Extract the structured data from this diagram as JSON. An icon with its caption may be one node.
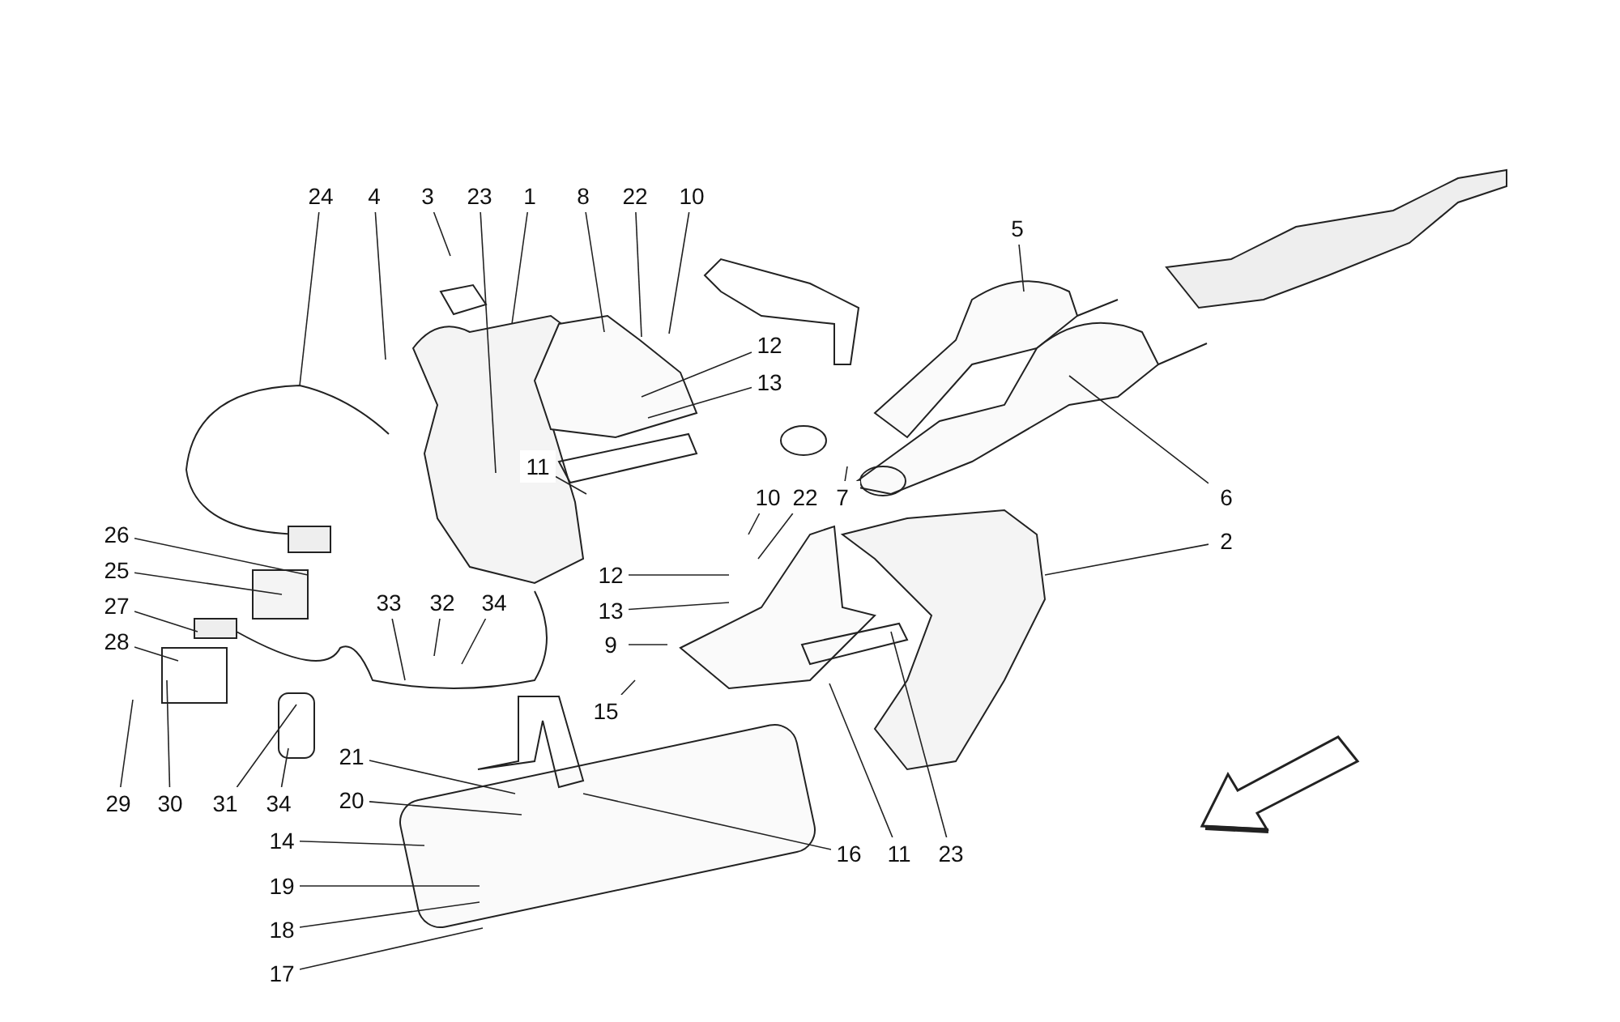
{
  "diagram": {
    "nodes": [
      {
        "text": [
          "24"
        ]
      },
      {
        "text": [
          "4"
        ]
      },
      {
        "text": [
          "3"
        ]
      },
      {
        "text": [
          "23"
        ]
      },
      {
        "text": [
          "1"
        ]
      },
      {
        "text": [
          "8"
        ]
      },
      {
        "text": [
          "22"
        ]
      },
      {
        "text": [
          "10"
        ]
      },
      {
        "text": [
          "5"
        ]
      },
      {
        "text": [
          "12"
        ]
      },
      {
        "text": [
          "13"
        ]
      },
      {
        "text": [
          "11"
        ]
      },
      {
        "text": [
          "10"
        ]
      },
      {
        "text": [
          "22"
        ]
      },
      {
        "text": [
          "7"
        ]
      },
      {
        "text": [
          "6"
        ]
      },
      {
        "text": [
          "26"
        ]
      },
      {
        "text": [
          "2"
        ]
      },
      {
        "text": [
          "25"
        ]
      },
      {
        "text": [
          "12"
        ]
      },
      {
        "text": [
          "27"
        ]
      },
      {
        "text": [
          "33"
        ]
      },
      {
        "text": [
          "32"
        ]
      },
      {
        "text": [
          "34"
        ]
      },
      {
        "text": [
          "13"
        ]
      },
      {
        "text": [
          "28"
        ]
      },
      {
        "text": [
          "9"
        ]
      },
      {
        "text": [
          "15"
        ]
      },
      {
        "text": [
          "21"
        ]
      },
      {
        "text": [
          "20"
        ]
      },
      {
        "text": [
          "29"
        ]
      },
      {
        "text": [
          "30"
        ]
      },
      {
        "text": [
          "31"
        ]
      },
      {
        "text": [
          "34"
        ]
      },
      {
        "text": [
          "14"
        ]
      },
      {
        "text": [
          "16"
        ]
      },
      {
        "text": [
          "11"
        ]
      },
      {
        "text": [
          "23"
        ]
      },
      {
        "text": [
          "19"
        ]
      },
      {
        "text": [
          "18"
        ]
      },
      {
        "text": [
          "17"
        ]
      }
    ],
    "edges": [
      {
        "from": 0,
        "to": null,
        "arrow": "none"
      },
      {
        "from": 1,
        "to": null,
        "arrow": "none"
      },
      {
        "from": 2,
        "to": null,
        "arrow": "none"
      },
      {
        "from": 3,
        "to": null,
        "arrow": "none"
      },
      {
        "from": 4,
        "to": null,
        "arrow": "none"
      },
      {
        "from": 5,
        "to": null,
        "arrow": "none"
      },
      {
        "from": 6,
        "to": null,
        "arrow": "none"
      },
      {
        "from": 7,
        "to": null,
        "arrow": "none"
      },
      {
        "from": 8,
        "to": null,
        "arrow": "none"
      },
      {
        "from": 9,
        "to": null,
        "arrow": "none"
      },
      {
        "from": 10,
        "to": null,
        "arrow": "none"
      },
      {
        "from": 11,
        "to": null,
        "arrow": "none"
      },
      {
        "from": 12,
        "to": null,
        "arrow": "none"
      },
      {
        "from": 13,
        "to": null,
        "arrow": "none"
      },
      {
        "from": 14,
        "to": null,
        "arrow": "none"
      },
      {
        "from": 15,
        "to": null,
        "arrow": "none"
      },
      {
        "from": 16,
        "to": null,
        "arrow": "none"
      },
      {
        "from": 17,
        "to": null,
        "arrow": "none"
      },
      {
        "from": 18,
        "to": null,
        "arrow": "none"
      },
      {
        "from": 19,
        "to": null,
        "arrow": "none"
      },
      {
        "from": 20,
        "to": null,
        "arrow": "none"
      },
      {
        "from": 21,
        "to": null,
        "arrow": "none"
      },
      {
        "from": 22,
        "to": null,
        "arrow": "none"
      },
      {
        "from": 23,
        "to": null,
        "arrow": "none"
      },
      {
        "from": 24,
        "to": null,
        "arrow": "none"
      },
      {
        "from": 25,
        "to": null,
        "arrow": "none"
      },
      {
        "from": 26,
        "to": null,
        "arrow": "none"
      },
      {
        "from": 27,
        "to": null,
        "arrow": "none"
      },
      {
        "from": 28,
        "to": null,
        "arrow": "none"
      },
      {
        "from": 29,
        "to": null,
        "arrow": "none"
      },
      {
        "from": 30,
        "to": null,
        "arrow": "none"
      },
      {
        "from": 31,
        "to": null,
        "arrow": "none"
      },
      {
        "from": 32,
        "to": null,
        "arrow": "none"
      },
      {
        "from": 33,
        "to": null,
        "arrow": "none"
      },
      {
        "from": 34,
        "to": null,
        "arrow": "none"
      },
      {
        "from": 35,
        "to": null,
        "arrow": "none"
      },
      {
        "from": 36,
        "to": null,
        "arrow": "none"
      },
      {
        "from": 37,
        "to": null,
        "arrow": "none"
      },
      {
        "from": 38,
        "to": null,
        "arrow": "none"
      },
      {
        "from": 39,
        "to": null,
        "arrow": "none"
      },
      {
        "from": 40,
        "to": null,
        "arrow": "none"
      }
    ]
  }
}
